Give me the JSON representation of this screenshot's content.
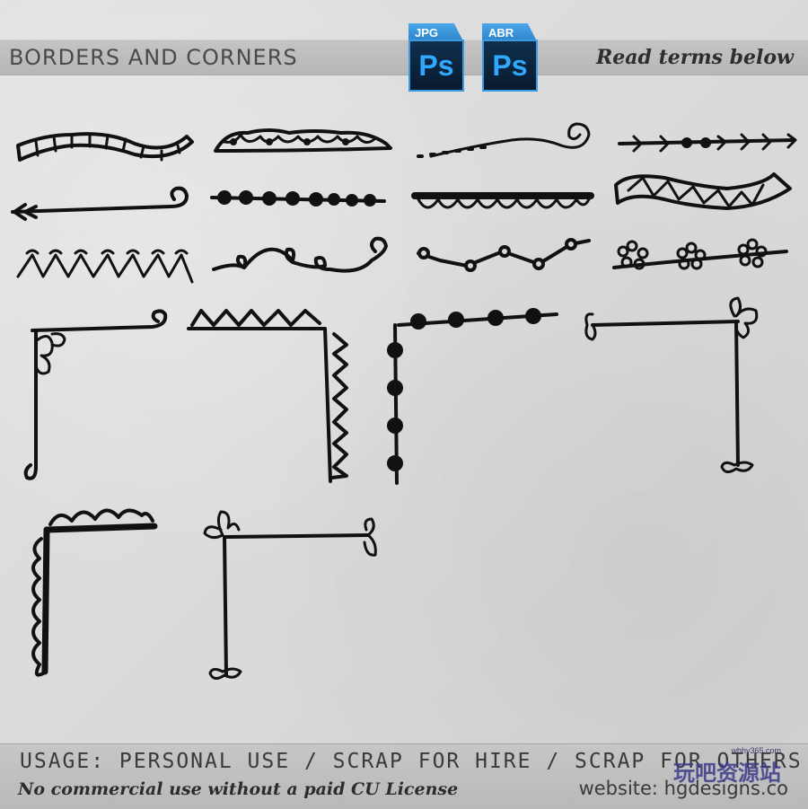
{
  "header": {
    "title": "BORDERS AND CORNERS",
    "terms_note": "Read terms below"
  },
  "file_badges": [
    {
      "tag": "JPG",
      "app": "Ps",
      "icon": "photoshop-icon"
    },
    {
      "tag": "ABR",
      "app": "Ps",
      "icon": "photoshop-icon"
    }
  ],
  "footer": {
    "usage": "USAGE: PERSONAL USE / SCRAP FOR HIRE / SCRAP FOR OTHERS",
    "license": "No commercial use without a paid CU License",
    "website": "website: hgdesigns.co"
  },
  "watermark": {
    "domain": "whhy365.com",
    "text": "玩吧资源站"
  },
  "colors": {
    "background": "#d9d9d9",
    "bar": "#bfbfbf",
    "ink": "#111111",
    "ps_blue": "#31a8ff",
    "ps_dark": "#0b2540"
  }
}
